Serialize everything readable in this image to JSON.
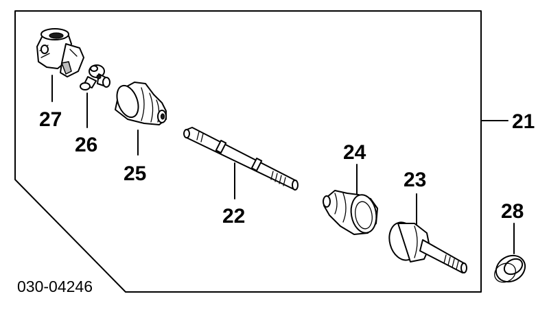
{
  "diagram": {
    "code": "030-04246",
    "parts": [
      {
        "id": "p21",
        "number": "21",
        "name": "driveshaft-assembly"
      },
      {
        "id": "p22",
        "number": "22",
        "name": "shaft"
      },
      {
        "id": "p23",
        "number": "23",
        "name": "outer-joint"
      },
      {
        "id": "p24",
        "number": "24",
        "name": "outer-boot"
      },
      {
        "id": "p25",
        "number": "25",
        "name": "inner-boot"
      },
      {
        "id": "p26",
        "number": "26",
        "name": "tripod-spider"
      },
      {
        "id": "p27",
        "number": "27",
        "name": "inner-joint-housing"
      },
      {
        "id": "p28",
        "number": "28",
        "name": "set-ring"
      }
    ]
  }
}
